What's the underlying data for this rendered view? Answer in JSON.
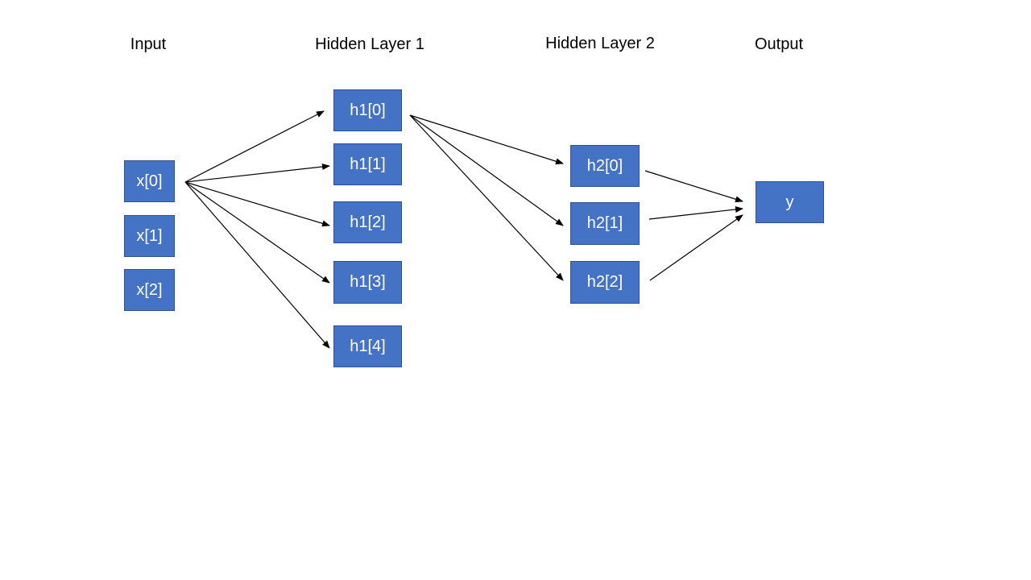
{
  "layers": {
    "input": "Input",
    "hidden1": "Hidden Layer 1",
    "hidden2": "Hidden Layer 2",
    "output": "Output"
  },
  "nodes": {
    "x0": "x[0]",
    "x1": "x[1]",
    "x2": "x[2]",
    "h10": "h1[0]",
    "h11": "h1[1]",
    "h12": "h1[2]",
    "h13": "h1[3]",
    "h14": "h1[4]",
    "h20": "h2[0]",
    "h21": "h2[1]",
    "h22": "h2[2]",
    "y": "y"
  },
  "connections": [
    {
      "from": "x0",
      "to": "h10"
    },
    {
      "from": "x0",
      "to": "h11"
    },
    {
      "from": "x0",
      "to": "h12"
    },
    {
      "from": "x0",
      "to": "h13"
    },
    {
      "from": "x0",
      "to": "h14"
    },
    {
      "from": "h10",
      "to": "h20"
    },
    {
      "from": "h10",
      "to": "h21"
    },
    {
      "from": "h10",
      "to": "h22"
    },
    {
      "from": "h20",
      "to": "y"
    },
    {
      "from": "h21",
      "to": "y"
    },
    {
      "from": "h22",
      "to": "y"
    }
  ],
  "colors": {
    "node_fill": "#4472c4",
    "node_border": "#2f528f",
    "node_text": "#ffffff",
    "arrow": "#000000"
  }
}
